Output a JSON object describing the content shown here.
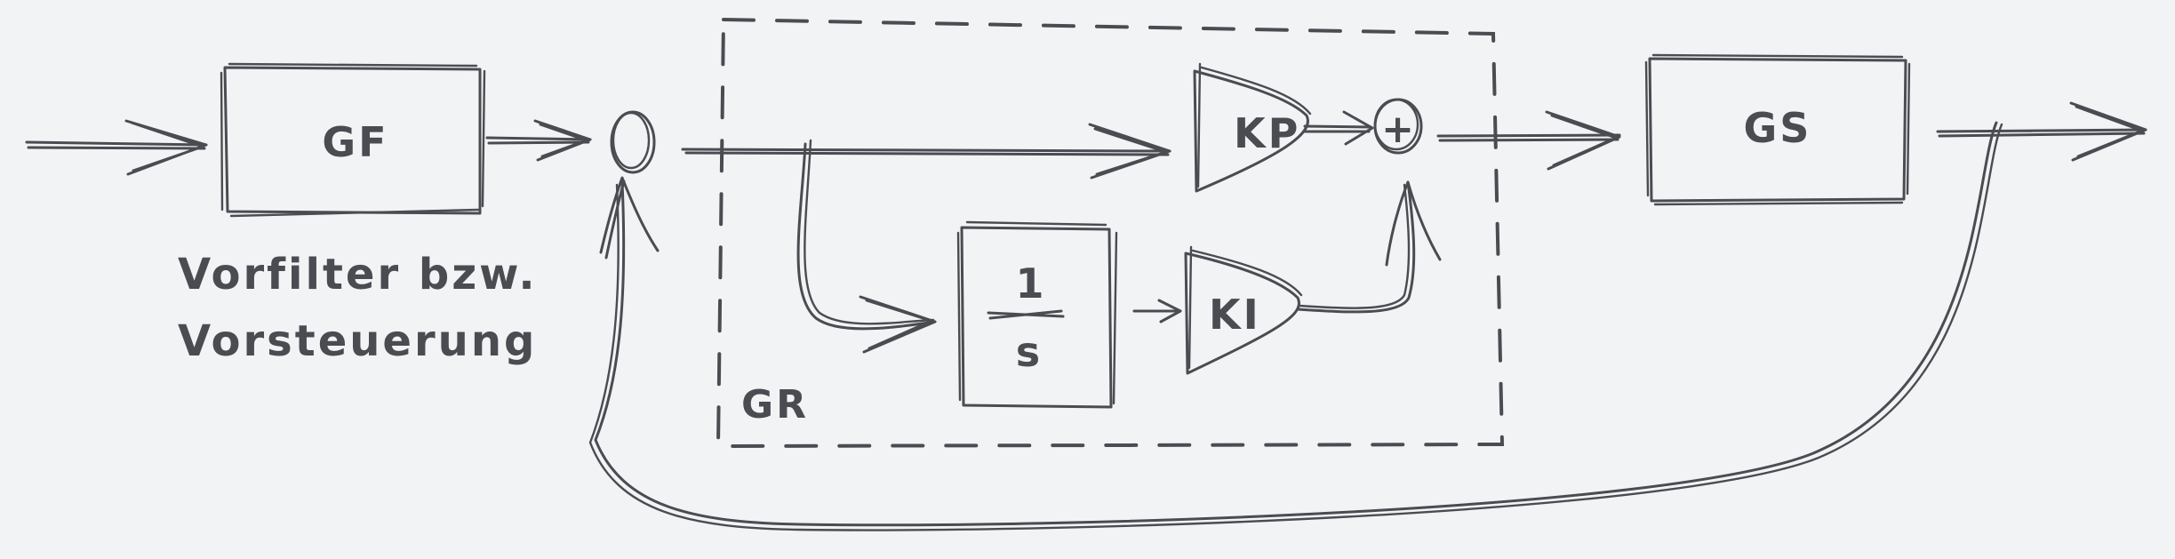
{
  "diagram": {
    "blocks": {
      "prefilter": "GF",
      "plant": "GS",
      "integrator_num": "1",
      "integrator_den": "s",
      "gain_p": "KP",
      "gain_i": "KI"
    },
    "sum_junction_symbol": "+",
    "controller_label": "GR",
    "caption_line1": "Vorfilter bzw.",
    "caption_line2": "Vorsteuerung"
  },
  "colors": {
    "stroke": "#4a4c52",
    "background": "#f2f3f5"
  }
}
